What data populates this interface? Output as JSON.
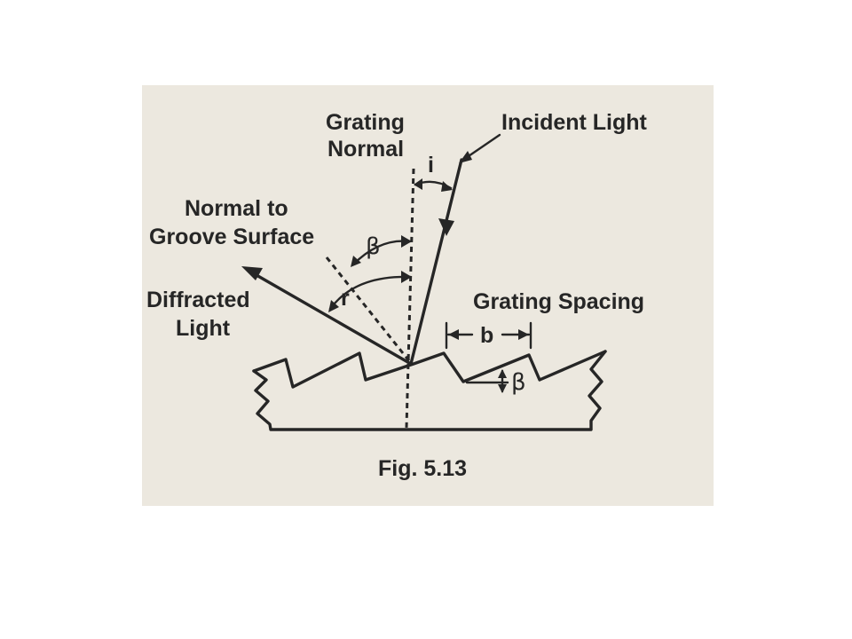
{
  "figure": {
    "caption": "Fig. 5.13",
    "labels": {
      "grating_normal_line1": "Grating",
      "grating_normal_line2": "Normal",
      "incident_light": "Incident Light",
      "normal_to_groove_line1": "Normal to",
      "normal_to_groove_line2": "Groove Surface",
      "diffracted_light_line1": "Diffracted",
      "diffracted_light_line2": "Light",
      "grating_spacing": "Grating Spacing"
    },
    "angles": {
      "incidence": "i",
      "blaze": "β",
      "diffraction": "r",
      "groove_blaze": "β"
    },
    "spacing_symbol": "b"
  }
}
